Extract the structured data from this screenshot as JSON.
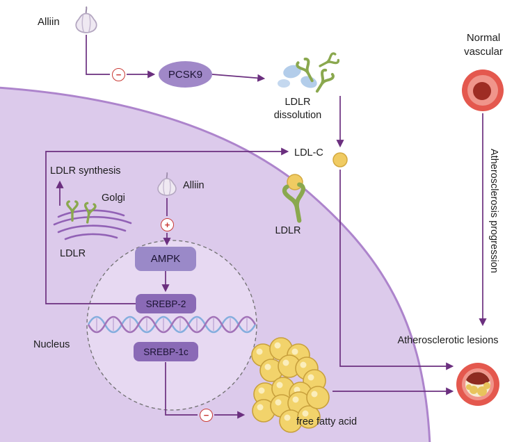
{
  "figure": {
    "top_pathway": {
      "alliin": "Alliin",
      "pcsk9": "PCSK9",
      "ldlr_dissolution": "LDLR\ndissolution",
      "ldl_c": "LDL-C",
      "ldlr_membrane": "LDLR"
    },
    "cell": {
      "ldlr_synthesis": "LDLR synthesis",
      "golgi": "Golgi",
      "ldlr_golgi": "LDLR",
      "alliin": "Alliin",
      "nucleus": "Nucleus",
      "ampk": "AMPK",
      "srebp2": "SREBP-2",
      "srebp1c": "SREBP-1c",
      "free_fatty_acid": "free fatty acid"
    },
    "right_panel": {
      "normal_vascular": "Normal\nvascular",
      "progression": "Atherosclerosis progression",
      "lesions": "Atherosclerotic lesions"
    },
    "signs": {
      "inhibit": "−",
      "activate": "+"
    },
    "colors": {
      "arrow": "#6b2f7f",
      "cell_fill": "#dccaeb",
      "cell_membrane": "#ad84cc",
      "nucleus_fill": "#e7d9f2",
      "box_purple": "#8a6ab6",
      "receptor_green": "#8aa84e",
      "lipid_yellow": "#f0cb62",
      "vessel_red": "#e4584e",
      "inhibition_red": "#c93a35"
    }
  }
}
